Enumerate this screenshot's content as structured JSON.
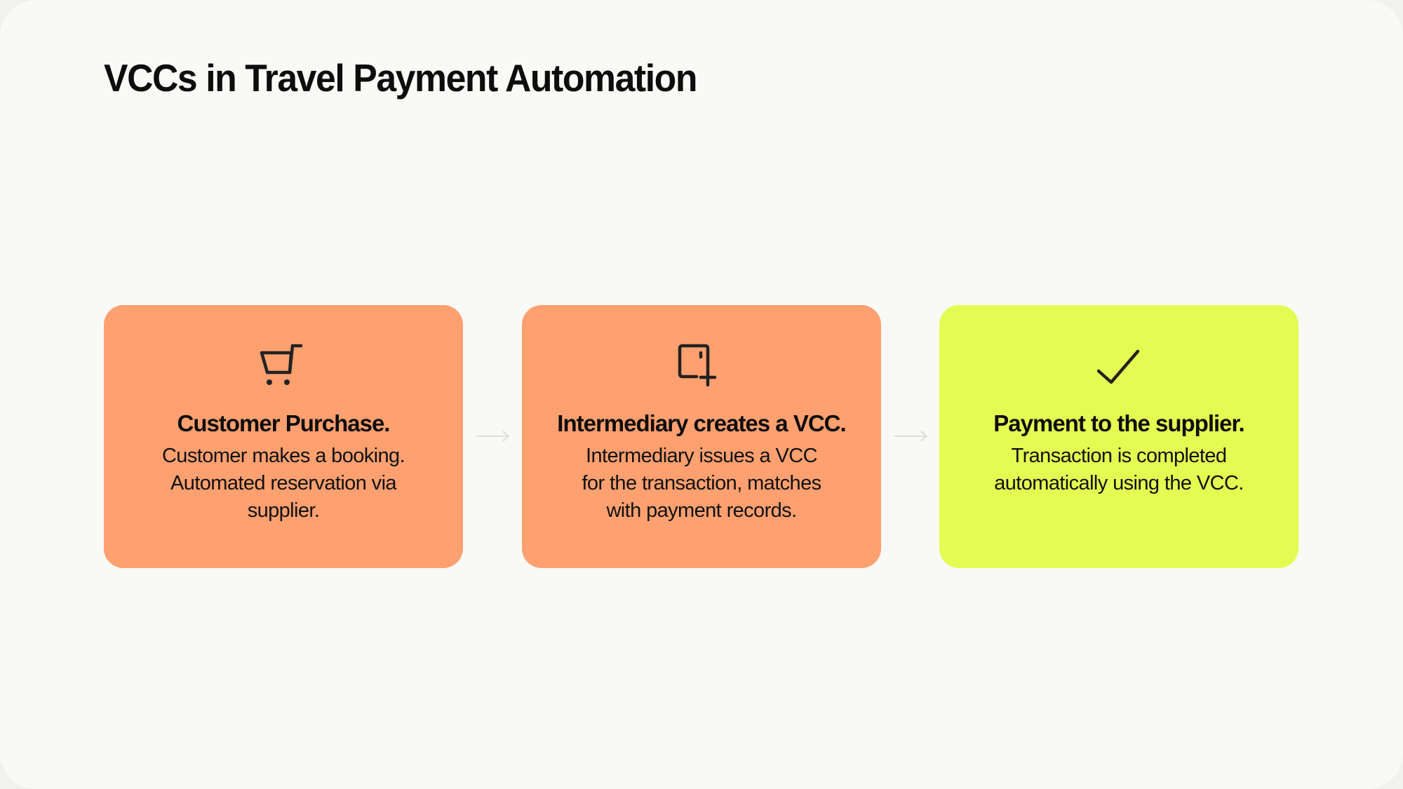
{
  "title": "VCCs in Travel Payment Automation",
  "colors": {
    "background": "#f9f9f6",
    "step_orange": "#ffa070",
    "step_lime": "#e4fc52",
    "icon": "#222222",
    "arrow": "#dddddd"
  },
  "steps": [
    {
      "icon": "shopping-cart-icon",
      "heading": "Customer Purchase.",
      "body_lines": [
        "Customer makes a booking.",
        "Automated reservation via",
        "supplier."
      ]
    },
    {
      "icon": "card-add-icon",
      "heading": "Intermediary creates a VCC.",
      "body_lines": [
        "Intermediary issues a VCC",
        "for the transaction, matches",
        "with payment records."
      ]
    },
    {
      "icon": "checkmark-icon",
      "heading": "Payment to the supplier.",
      "body_lines": [
        "Transaction is completed",
        "automatically using the VCC."
      ]
    }
  ],
  "connectors": [
    "arrow-right-icon",
    "arrow-right-icon"
  ]
}
